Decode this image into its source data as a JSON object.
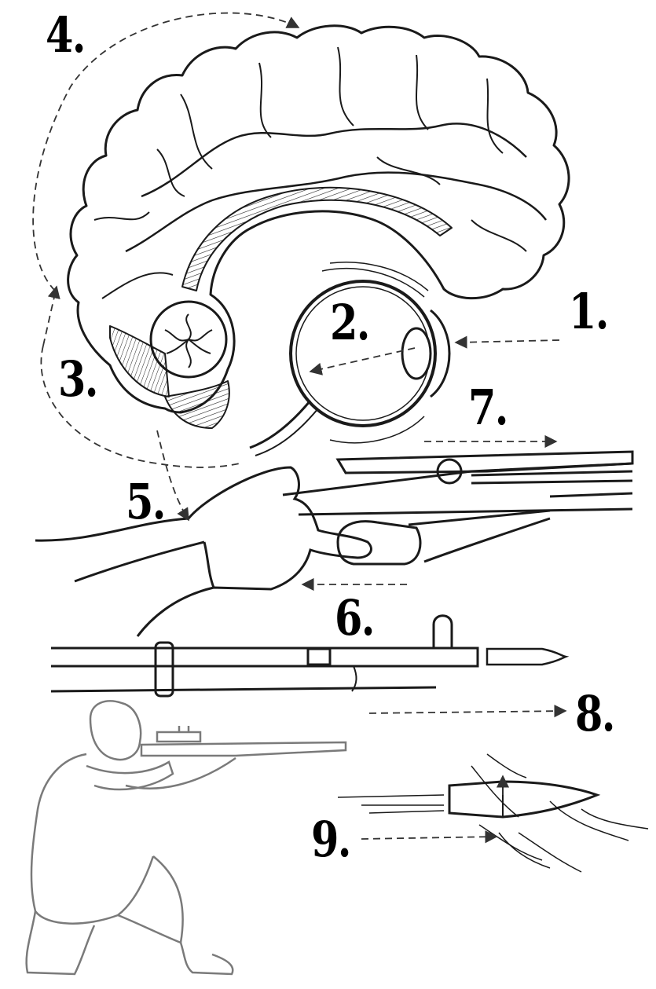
{
  "steps": {
    "s1": "1.",
    "s2": "2.",
    "s3": "3.",
    "s4": "4.",
    "s5": "5.",
    "s6": "6.",
    "s7": "7.",
    "s8": "8.",
    "s9": "9."
  },
  "colors": {
    "ink": "#000000",
    "figure_ink": "#8a8a8a",
    "paper": "#ffffff"
  }
}
